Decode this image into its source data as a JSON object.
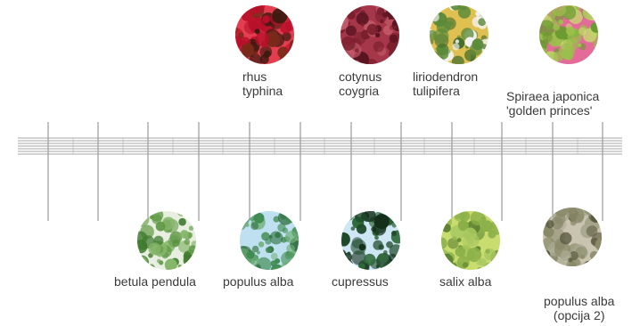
{
  "plants_top": [
    {
      "id": "rhus",
      "label": "rhus\ntyphina",
      "icon": "rhus-typhina-photo",
      "colors": [
        "#b8102a",
        "#e43d4f",
        "#7a2a1a",
        "#3a1a10"
      ]
    },
    {
      "id": "cotynus",
      "label": "cotynus\ncoygria",
      "icon": "cotinus-photo",
      "colors": [
        "#7a1f2e",
        "#a6374a",
        "#5a1420",
        "#c45a6a"
      ]
    },
    {
      "id": "liriodendron",
      "label": "liriodendron\ntulipifera",
      "icon": "liriodendron-photo",
      "colors": [
        "#5a8a3a",
        "#e0c050",
        "#f4f4f4",
        "#3e6a2a"
      ]
    },
    {
      "id": "spiraea",
      "label": "Spiraea japonica\n'golden princes'",
      "icon": "spiraea-photo",
      "colors": [
        "#9ac04a",
        "#e46a9a",
        "#c8d870",
        "#6a9a30"
      ]
    }
  ],
  "plants_bottom": [
    {
      "id": "betula",
      "label": "betula pendula",
      "icon": "betula-photo",
      "colors": [
        "#5f9a45",
        "#e8efe0",
        "#3f7a30",
        "#86b66a"
      ]
    },
    {
      "id": "populus",
      "label": "populus alba",
      "icon": "populus-alba-photo",
      "colors": [
        "#3e8a50",
        "#bfe0f0",
        "#2a6a3a",
        "#70b07a"
      ]
    },
    {
      "id": "cupressus",
      "label": "cupressus",
      "icon": "cupressus-photo",
      "colors": [
        "#1f4a2a",
        "#cfe6f5",
        "#2f6a3a",
        "#142f1a"
      ]
    },
    {
      "id": "salix",
      "label": "salix alba",
      "icon": "salix-photo",
      "colors": [
        "#8ab048",
        "#c8dc70",
        "#5a8030",
        "#a8c860"
      ]
    },
    {
      "id": "populus2",
      "label": "populus alba\n(opcija 2)",
      "icon": "populus-alba-bark-photo",
      "colors": [
        "#8a8a6a",
        "#c8c4b0",
        "#5a5a40",
        "#a8a890"
      ]
    }
  ]
}
